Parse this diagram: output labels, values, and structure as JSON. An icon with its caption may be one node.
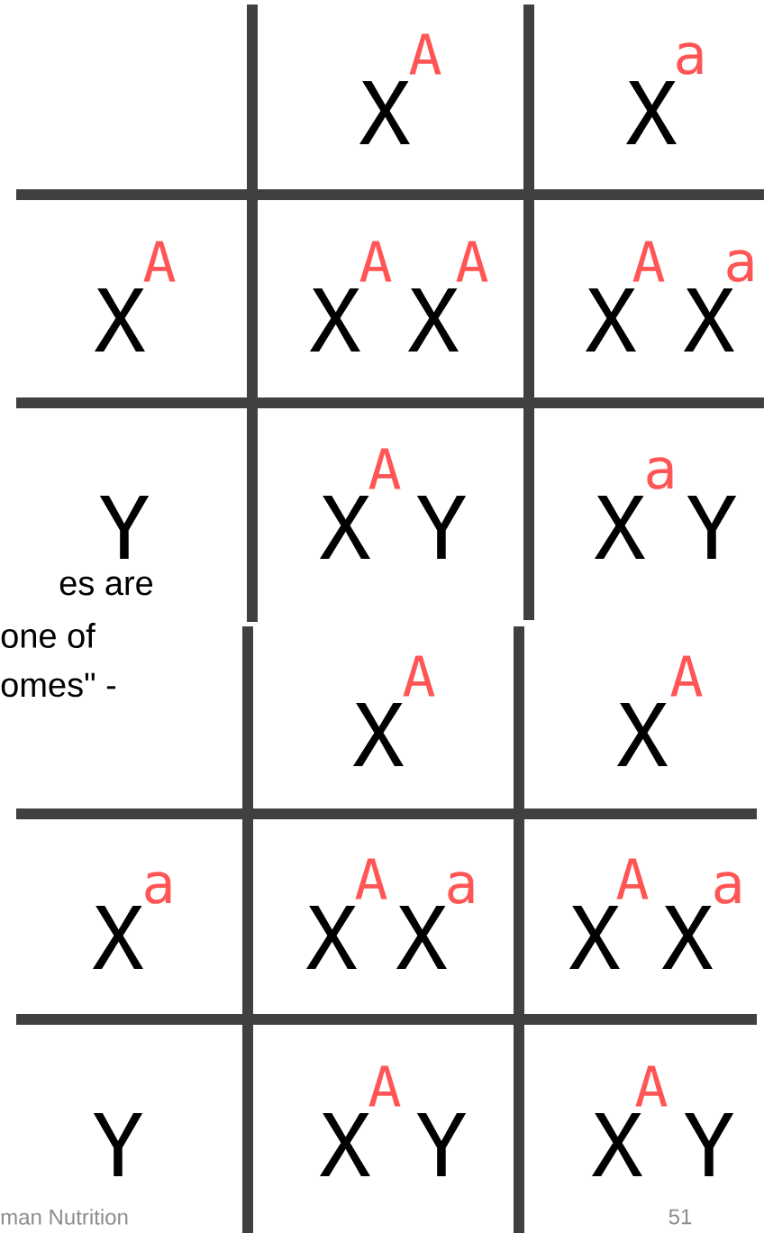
{
  "diagram": {
    "labels": [
      "X",
      "A",
      "X",
      "a",
      "X",
      "A",
      "X",
      "A",
      "X",
      "A",
      "X",
      "A",
      "X",
      "a",
      "Y",
      "X",
      "A",
      "Y",
      "X",
      "a",
      "Y",
      "es are",
      "one of",
      "omes\" -",
      "X",
      "A",
      "X",
      "A",
      "X",
      "a",
      "X",
      "A",
      "X",
      "a",
      "X",
      "A",
      "X",
      "a",
      "Y",
      "X",
      "A",
      "Y",
      "X",
      "A",
      "Y",
      "man Nutrition",
      "51"
    ]
  }
}
